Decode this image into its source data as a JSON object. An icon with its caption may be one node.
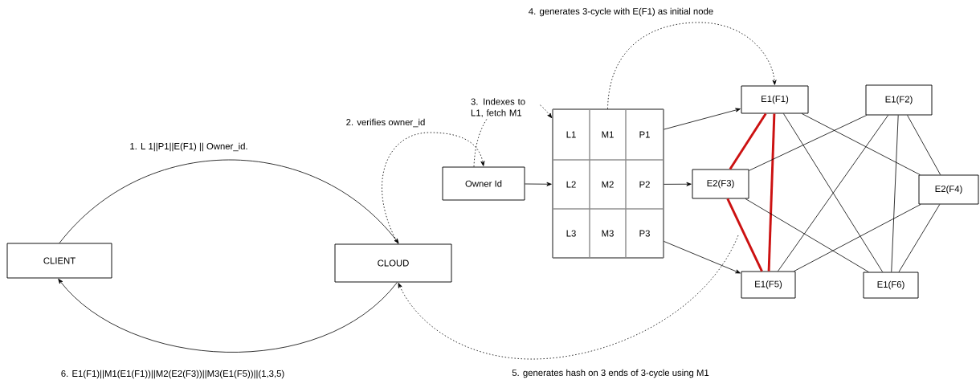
{
  "diagram": {
    "nodes": [
      {
        "text": [
          "CLIENT"
        ]
      },
      {
        "text": [
          "CLOUD"
        ]
      },
      {
        "text": [
          "Owner Id"
        ]
      },
      {
        "text": [],
        "shape": "box"
      },
      {
        "text": [
          "L1"
        ],
        "in": 3
      },
      {
        "text": [
          "M1"
        ],
        "in": 3
      },
      {
        "text": [
          "P1"
        ],
        "in": 3
      },
      {
        "text": [
          "L2"
        ],
        "in": 3
      },
      {
        "text": [
          "M2"
        ],
        "in": 3
      },
      {
        "text": [
          "P2"
        ],
        "in": 3
      },
      {
        "text": [
          "L3"
        ],
        "in": 3
      },
      {
        "text": [
          "M3"
        ],
        "in": 3
      },
      {
        "text": [
          "P3"
        ],
        "in": 3
      },
      {
        "text": [
          "E1(F1)"
        ]
      },
      {
        "text": [
          "E1(F2)"
        ]
      },
      {
        "text": [
          "E2(F3)"
        ]
      },
      {
        "text": [
          "E2(F4)"
        ]
      },
      {
        "text": [
          "E1(F5)"
        ]
      },
      {
        "text": [
          "E1(F6)"
        ]
      }
    ],
    "edges": [
      {
        "from": 0,
        "to": 1,
        "arrow": "to",
        "label": "1. L 1||P1||E(F1) || Owner_id."
      },
      {
        "from": 1,
        "to": 2,
        "arrow": "to",
        "style": "dashed",
        "label": "2. verifies owner_id"
      },
      {
        "from": 2,
        "to": 3,
        "arrow": "to",
        "style": "dashed",
        "label": "3. Indexes to L1, fetch M1"
      },
      {
        "from": 5,
        "to": 13,
        "arrow": "to",
        "style": "dashed",
        "label": "4. generates 3-cycle with E(F1) as initial node"
      },
      {
        "from": null,
        "to": 1,
        "arrow": "to",
        "style": "dashed",
        "label": "5. generates hash on 3 ends of 3-cycle using M1"
      },
      {
        "from": 1,
        "to": 0,
        "arrow": "to",
        "label": "6. E1(F1)||M1(E1(F1))||M2(E2(F3))||M3(E1(F5))||(1,3,5)"
      },
      {
        "from": 2,
        "to": 7,
        "arrow": "to"
      },
      {
        "from": 6,
        "to": 13,
        "arrow": "to"
      },
      {
        "from": 9,
        "to": 15,
        "arrow": "to"
      },
      {
        "from": 12,
        "to": 17,
        "arrow": "to"
      },
      {
        "from": 13,
        "to": 15,
        "arrow": "none",
        "style": "thick",
        "color": "#cc1111"
      },
      {
        "from": 13,
        "to": 17,
        "arrow": "none",
        "style": "thick",
        "color": "#cc1111"
      },
      {
        "from": 15,
        "to": 17,
        "arrow": "none",
        "style": "thick",
        "color": "#cc1111"
      },
      {
        "from": 13,
        "to": 16,
        "arrow": "none"
      },
      {
        "from": 13,
        "to": 18,
        "arrow": "none"
      },
      {
        "from": 14,
        "to": 15,
        "arrow": "none"
      },
      {
        "from": 14,
        "to": 17,
        "arrow": "none"
      },
      {
        "from": 14,
        "to": 18,
        "arrow": "none"
      },
      {
        "from": 14,
        "to": 16,
        "arrow": "none"
      },
      {
        "from": 15,
        "to": 18,
        "arrow": "none"
      },
      {
        "from": 16,
        "to": 17,
        "arrow": "none"
      },
      {
        "from": 16,
        "to": 18,
        "arrow": "none"
      }
    ]
  }
}
